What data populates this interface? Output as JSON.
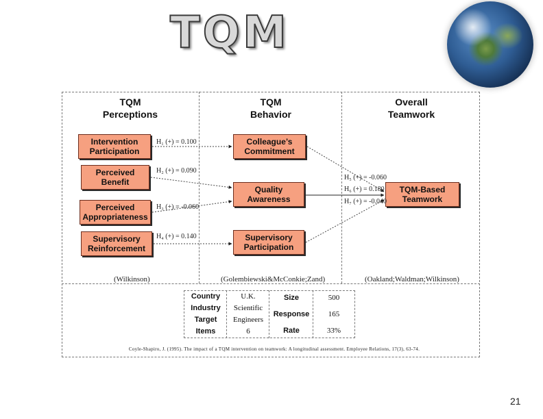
{
  "title": "TQM",
  "page_number": "21",
  "columns": {
    "perceptions": "TQM\nPerceptions",
    "behavior": "TQM\nBehavior",
    "overall": "Overall\nTeamwork"
  },
  "boxes": {
    "intervention": "Intervention\nParticipation",
    "benefit": "Perceived\nBenefit",
    "appropriateness": "Perceived\nAppropriateness",
    "reinforcement": "Supervisory\nReinforcement",
    "commitment": "Colleague’s\nCommitment",
    "awareness": "Quality\nAwareness",
    "participation": "Supervisory\nParticipation",
    "teamwork": "TQM-Based\nTeamwork"
  },
  "hypotheses": {
    "h1": "H₁ (+) = 0.100",
    "h2": "H₂ (+) = 0.090",
    "h3": "H₃ (+) = -0.060",
    "h4": "H₄ (+) = 0.140",
    "h5": "H₅ (+) = -0.060",
    "h6": "H₆ (+) = 0.180",
    "h7": "H₇ (+) = -0.040"
  },
  "sources": {
    "left": "(Wilkinson)",
    "middle": "(Golembiewski&McConkie;Zand)",
    "right": "(Oakland;Waldman;Wilkinson)"
  },
  "study_table": {
    "country_label": "Country",
    "country_value": "U.K.",
    "industry_label": "Industry",
    "industry_value": "Scientific",
    "target_label": "Target",
    "target_value": "Engineers",
    "items_label": "Items",
    "items_value": "6",
    "size_label": "Size",
    "size_value": "500",
    "response_label": "Response",
    "response_value": "165",
    "rate_label": "Rate",
    "rate_value": "33%"
  },
  "citation": "Coyle-Shapiro, J. (1995). The impact of a TQM intervention on teamwork: A longitudinal assessment. Employee Relations, 17(3), 63-74."
}
